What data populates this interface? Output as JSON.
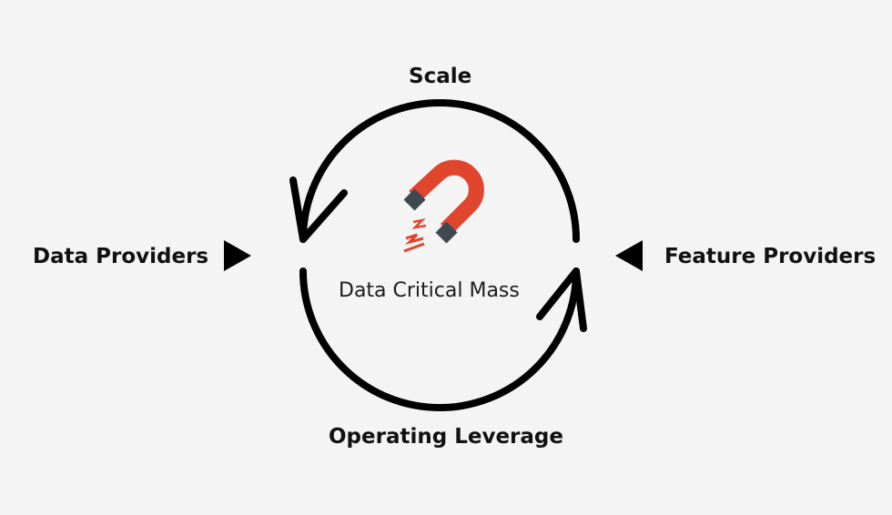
{
  "diagram": {
    "top_label": "Scale",
    "bottom_label": "Operating Leverage",
    "left_label": "Data Providers",
    "right_label": "Feature Providers",
    "center_label": "Data Critical Mass",
    "center_icon": "magnet-icon"
  },
  "colors": {
    "background": "#f4f4f4",
    "cycle_stroke": "#000000",
    "magnet_body": "#e0452e",
    "magnet_tips": "#3d4a50",
    "spark": "#e0452e"
  }
}
